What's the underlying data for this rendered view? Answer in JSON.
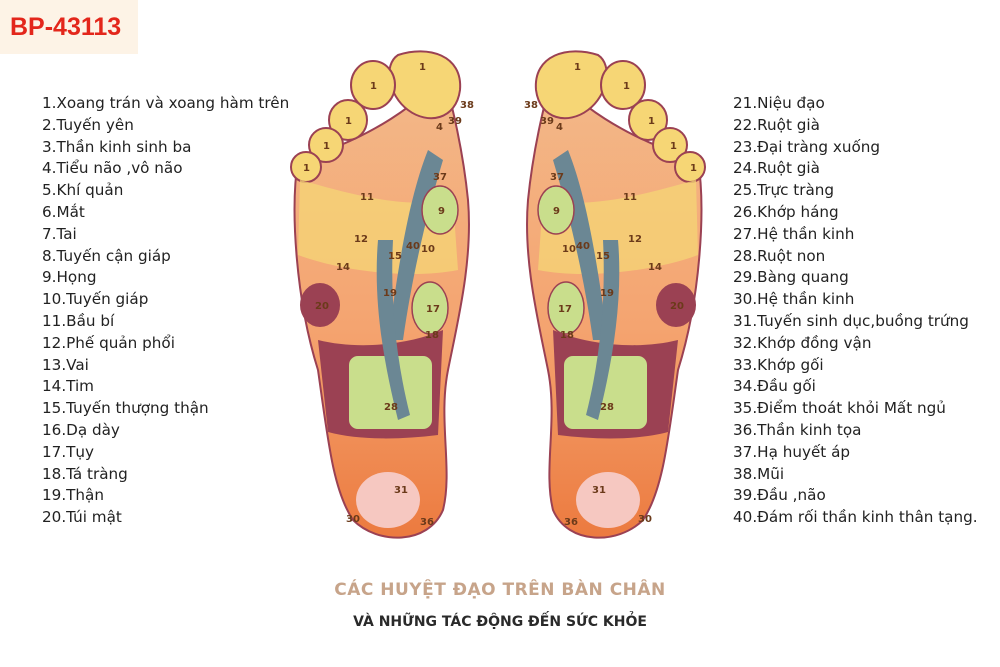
{
  "product_code": "BP-43113",
  "legend_left": [
    "1.Xoang trán và xoang hàm trên",
    "2.Tuyến yên",
    "3.Thần kinh sinh ba",
    "4.Tiểu não ,vô não",
    "5.Khí quản",
    "6.Mắt",
    "7.Tai",
    "8.Tuyến cận giáp",
    "9.Họng",
    "10.Tuyến giáp",
    "11.Bầu bí",
    "12.Phế quản phổi",
    "13.Vai",
    "14.Tim",
    "15.Tuyến thượng thận",
    "16.Dạ dày",
    "17.Tụy",
    "18.Tá tràng",
    "19.Thận",
    "20.Túi mật"
  ],
  "legend_right": [
    "21.Niệu đạo",
    "22.Ruột già",
    "23.Đại tràng xuống",
    "24.Ruột già",
    "25.Trực tràng",
    "26.Khớp háng",
    "27.Hệ thần kinh",
    "28.Ruột non",
    "29.Bàng quang",
    "30.Hệ thần kinh",
    "31.Tuyến sinh dục,buồng trứng",
    "32.Khớp đồng vận",
    "33.Khớp gối",
    "34.Đầu gối",
    "35.Điểm thoát khỏi Mất ngủ",
    "36.Thần kinh tọa",
    "37.Hạ huyết áp",
    "38.Mũi",
    "39.Đầu ,não",
    "40.Đám rối thần kinh thân tạng."
  ],
  "title_line1": "CÁC HUYỆT ĐẠO TRÊN BÀN CHÂN",
  "title_line2": "VÀ NHỮNG TÁC ĐỘNG ĐẾN SỨC KHỎE",
  "colors": {
    "code_red": "#e3261b",
    "toe_yellow": "#f6d675",
    "heel_orange": "#ee7f43",
    "mid_peach": "#f5ae7c",
    "maroon": "#9b4153",
    "green": "#c9de8c",
    "blue_grey": "#6b8794",
    "pink": "#f6c8c1"
  }
}
